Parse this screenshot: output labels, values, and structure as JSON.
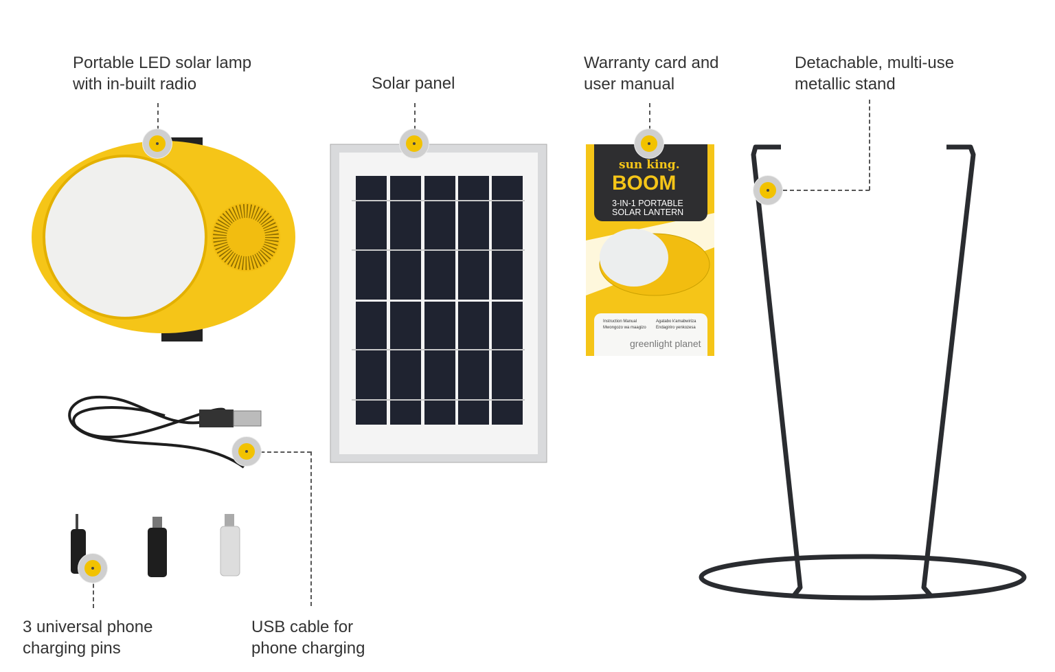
{
  "labels": {
    "lamp": "Portable LED solar lamp\nwith in-built radio",
    "panel": "Solar panel",
    "manual": "Warranty card and\nuser manual",
    "stand": "Detachable, multi-use\nmetallic stand",
    "pins": "3 universal phone\ncharging pins",
    "usb": "USB cable for\nphone charging"
  },
  "manual_cover": {
    "brand": "sun king.",
    "product": "BOOM",
    "subtitle": "3-IN-1 PORTABLE\nSOLAR LANTERN",
    "line_left": "Instruction Manual\nMwongozo wa maagizo",
    "line_right": "Agatabo k'amabwiriza\nEndagiriro yenkozesa",
    "maker": "greenlight planet"
  },
  "colors": {
    "accent": "#f5c518",
    "marker": "#f2c200",
    "dark": "#2e2e30"
  }
}
